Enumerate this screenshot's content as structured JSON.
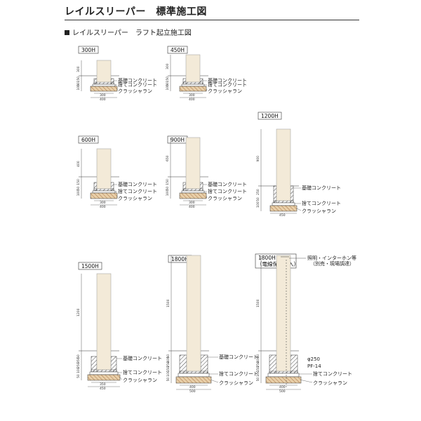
{
  "title": "レイルスリーパー　標準施工図",
  "subtitle": "レイルスリーパー　ラフト起立施工図",
  "labels": {
    "foundation_concrete": "基礎コンクリート",
    "leveling_concrete": "捨てコンクリート",
    "crusher_run": "クラッシャラン",
    "lighting": "照明・インターホン等",
    "lighting_note": "（別売・現場調達）",
    "pf": "PF-14",
    "phi": "φ250"
  },
  "colors": {
    "post": "#f3ead8",
    "crusher": "#e8cfa8",
    "line": "#333333"
  },
  "diagrams": [
    {
      "id": "300H",
      "label": "300H",
      "dims": [
        "300",
        "150",
        "50",
        "100"
      ],
      "widths": [
        "300",
        "400"
      ]
    },
    {
      "id": "450H",
      "label": "450H",
      "dims": [
        "300",
        "150",
        "50",
        "100"
      ],
      "widths": [
        "300",
        "400"
      ]
    },
    {
      "id": "600H",
      "label": "600H",
      "dims": [
        "400",
        "150",
        "50",
        "100"
      ],
      "widths": [
        "300",
        "400"
      ]
    },
    {
      "id": "900H",
      "label": "900H",
      "dims": [
        "650",
        "150",
        "50",
        "100"
      ],
      "widths": [
        "300",
        "400"
      ]
    },
    {
      "id": "1200H",
      "label": "1200H",
      "dims": [
        "900",
        "250",
        "50",
        "100"
      ],
      "widths": [
        "450"
      ]
    },
    {
      "id": "1500H",
      "label": "1500H",
      "dims": [
        "1200",
        "50",
        "350",
        "250",
        "100",
        "50"
      ],
      "widths": [
        "350",
        "450"
      ]
    },
    {
      "id": "1800H",
      "label": "1800H",
      "dims": [
        "1500",
        "50",
        "400",
        "250",
        "150",
        "100",
        "50"
      ],
      "widths": [
        "400",
        "500"
      ]
    },
    {
      "id": "1800H-conduit",
      "label": "1800H",
      "label2": "（電線保護管入）",
      "dims": [
        "1500",
        "50",
        "400",
        "250",
        "150",
        "100",
        "50"
      ],
      "widths": [
        "400",
        "500"
      ]
    }
  ]
}
